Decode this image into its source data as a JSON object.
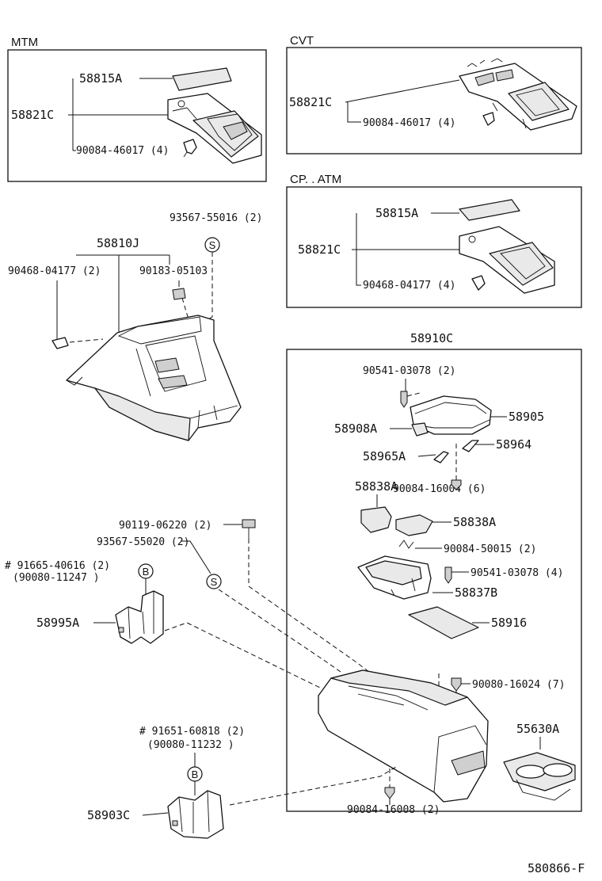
{
  "sections": {
    "mtm": {
      "title": "MTM",
      "labels": [
        "58815A",
        "58821C",
        "90084-46017 (4)"
      ]
    },
    "cvt": {
      "title": "CVT",
      "labels": [
        "58821C",
        "90084-46017 (4)"
      ]
    },
    "cp_atm": {
      "title": "CP. . ATM",
      "labels": [
        "58815A",
        "58821C",
        "90468-04177 (4)"
      ]
    },
    "console_group": {
      "title": "58910C",
      "labels": [
        "90541-03078 (2)",
        "58905",
        "58908A",
        "58964",
        "58965A",
        "90084-16004 (6)",
        "58838A",
        "58838A",
        "90084-50015 (2)",
        "90541-03078 (4)",
        "58837B",
        "58916",
        "90080-16024 (7)",
        "55630A",
        "90084-16008 (2)"
      ]
    }
  },
  "free_labels": {
    "upper_panel": [
      "93567-55016 (2)",
      "58810J",
      "90468-04177 (2)",
      "90183-05103"
    ],
    "lower_left": [
      "90119-06220 (2)",
      "93567-55020 (2)",
      "# 91665-40616 (2)",
      "(90080-11247 )",
      "58995A",
      "# 91651-60818 (2)",
      "(90080-11232 )",
      "58903C"
    ]
  },
  "badges": {
    "s1": "S",
    "s2": "S",
    "b1": "B",
    "b2": "B"
  },
  "footer": {
    "code": "580866-F"
  },
  "icons": [
    "screw-icon",
    "clip-icon",
    "nut-icon"
  ]
}
